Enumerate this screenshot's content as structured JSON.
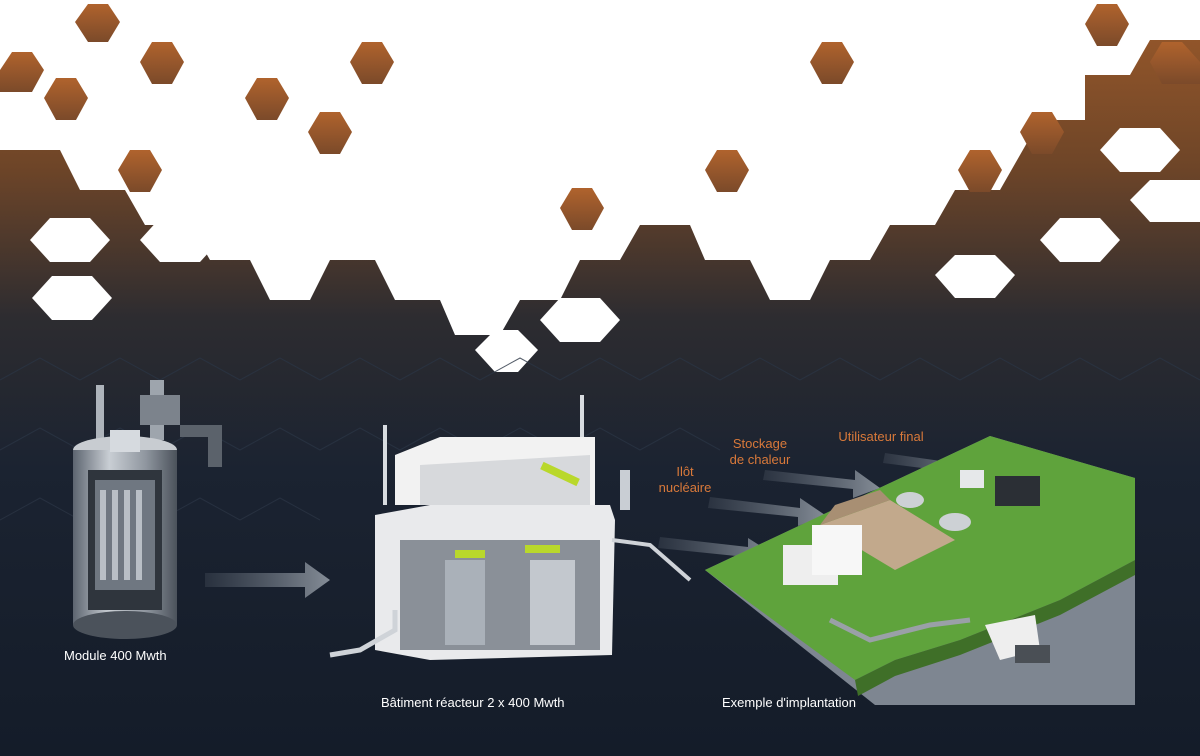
{
  "colors": {
    "hex_orange": "#a45a28",
    "bg_dark": "#1a2230",
    "accent_label": "#d9793a",
    "arrow": "#6b7480",
    "terrain": "#5fa33c",
    "water": "#7e8691"
  },
  "captions": {
    "module": "Module 400 Mwth",
    "building": "Bâtiment réacteur 2 x 400 Mwth",
    "site": "Exemple d'implantation"
  },
  "site_labels": {
    "nuclear_island": [
      "Ilôt",
      "nucléaire"
    ],
    "heat_storage": [
      "Stockage",
      "de chaleur"
    ],
    "end_user": "Utilisateur final"
  }
}
